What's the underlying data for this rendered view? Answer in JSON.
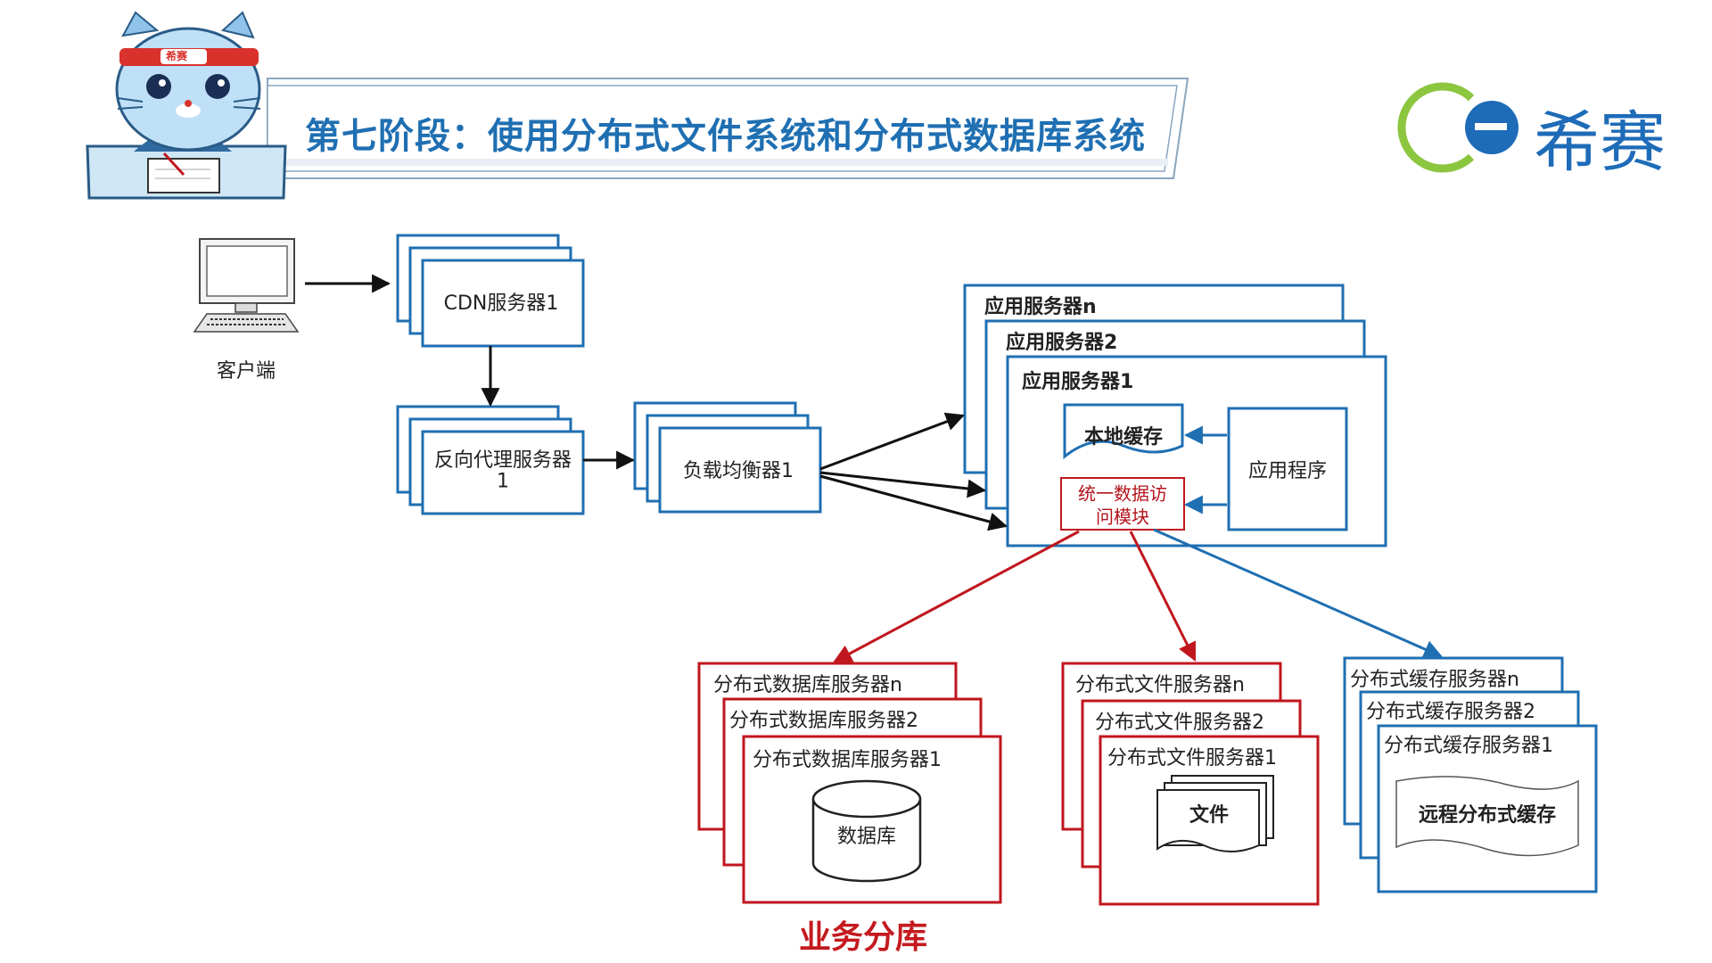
{
  "header": {
    "mascot_badge": "希赛",
    "title": "第七阶段：使用分布式文件系统和分布式数据库系统",
    "logo_text": "希赛"
  },
  "client": {
    "label": "客户端"
  },
  "cdn": {
    "label": "CDN服务器1"
  },
  "proxy": {
    "label_line1": "反向代理服务器",
    "label_line2": "1"
  },
  "lb": {
    "label": "负载均衡器1"
  },
  "app_servers": {
    "n": "应用服务器n",
    "s2": "应用服务器2",
    "s1": "应用服务器1",
    "local_cache": "本地缓存",
    "app_program": "应用程序",
    "uda_line1": "统一数据访",
    "uda_line2": "问模块"
  },
  "db_servers": {
    "n": "分布式数据库服务器n",
    "s2": "分布式数据库服务器2",
    "s1": "分布式数据库服务器1",
    "db": "数据库"
  },
  "file_servers": {
    "n": "分布式文件服务器n",
    "s2": "分布式文件服务器2",
    "s1": "分布式文件服务器1",
    "file": "文件"
  },
  "cache_servers": {
    "n": "分布式缓存服务器n",
    "s2": "分布式缓存服务器2",
    "s1": "分布式缓存服务器1",
    "remote_cache": "远程分布式缓存"
  },
  "footer": {
    "label": "业务分库"
  },
  "colors": {
    "blue": "#1f6fb2",
    "red": "#c0161e",
    "dark": "#111111",
    "logo_green": "#8cc63f"
  },
  "icons": [
    "computer-icon",
    "cat-mascot-icon",
    "logo-e-icon",
    "database-cylinder-icon",
    "document-stack-icon"
  ]
}
